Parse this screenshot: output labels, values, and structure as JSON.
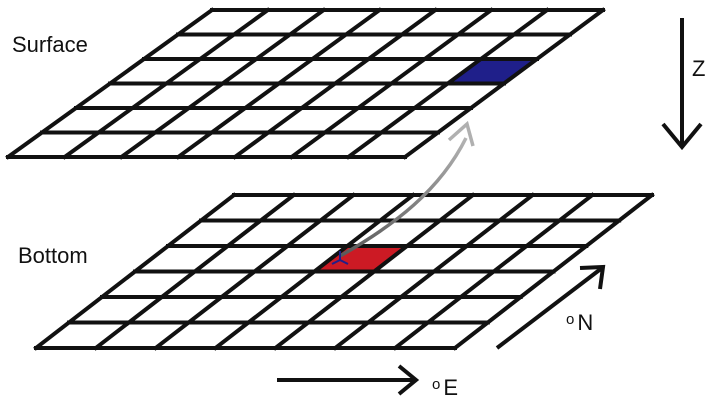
{
  "labels": {
    "surface": "Surface",
    "bottom": "Bottom",
    "z_axis": "Z",
    "north_axis": "N",
    "east_axis": "E",
    "degree_symbol": "o"
  },
  "grids": {
    "surface": {
      "rows": 6,
      "cols": 7,
      "highlight": {
        "row": 2,
        "col": 6,
        "color": "#1f1f8a"
      }
    },
    "bottom": {
      "rows": 6,
      "cols": 7,
      "highlight": {
        "row": 2,
        "col": 3,
        "color": "#cc1a24"
      }
    }
  },
  "colors": {
    "grid_line": "#111111",
    "link_arrow": "#8a8a8a",
    "axis_arrow": "#111111",
    "source_marker": "#1f1f8a"
  }
}
